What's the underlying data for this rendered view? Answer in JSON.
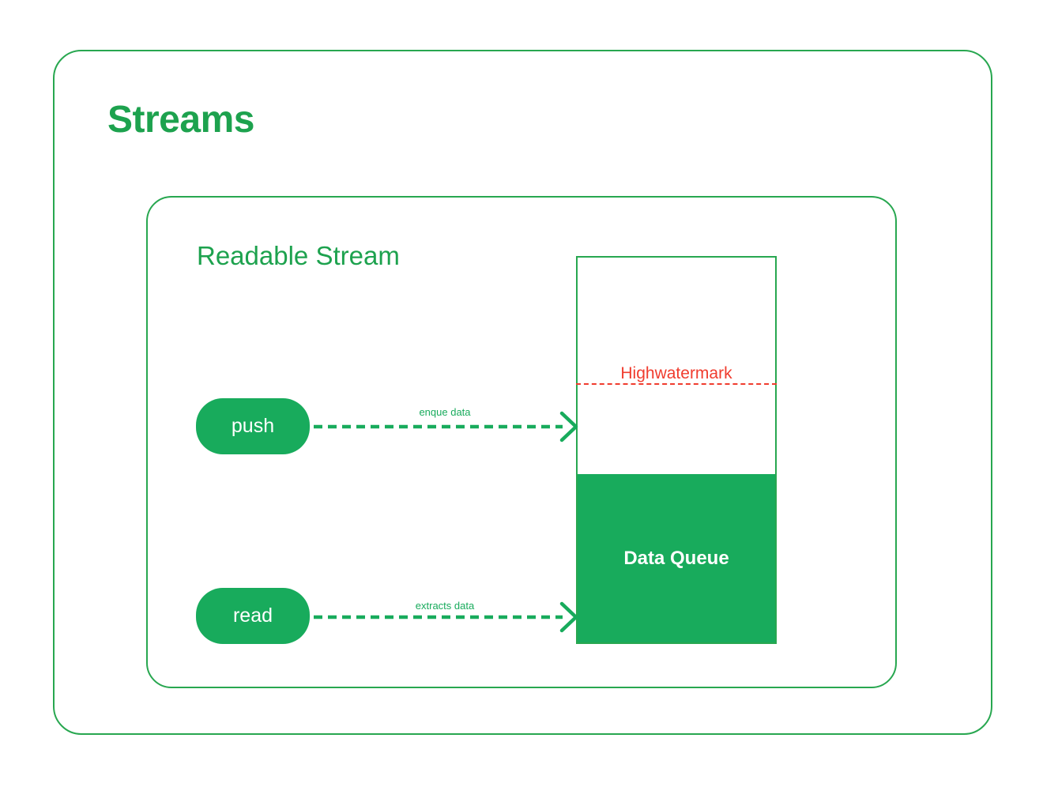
{
  "title": "Streams",
  "readable_stream": {
    "label": "Readable Stream",
    "nodes": {
      "push": "push",
      "read": "read"
    },
    "arrows": [
      {
        "label": "enque data"
      },
      {
        "label": "extracts data"
      }
    ],
    "queue": {
      "label": "Data Queue",
      "highwatermark": "Highwatermark"
    }
  },
  "colors": {
    "accent_stroke": "#28a750",
    "accent_text": "#1da24e",
    "fill_green": "#18ab5c",
    "red": "#f03c2e",
    "label_on_fill": "#ffffff"
  }
}
